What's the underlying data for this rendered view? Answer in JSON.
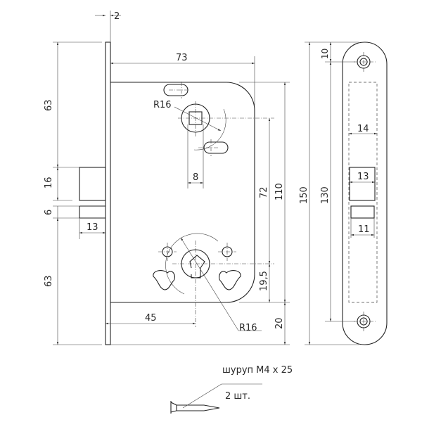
{
  "dimensions": {
    "faceplate_thickness": "2",
    "body_depth": "73",
    "upper_height": "63",
    "latch_height": "16",
    "gap": "6",
    "lower_height": "63",
    "latch_projection": "13",
    "handle_radius": "R16",
    "spindle_square": "8",
    "center_distance": "72",
    "body_height": "110",
    "cylinder_offset": "19,5",
    "bottom_offset": "20",
    "backset": "45",
    "cylinder_radius": "R16",
    "faceplate_hole_offset": "10",
    "faceplate_length": "150",
    "hole_spacing": "130",
    "faceplate_recess_width": "14",
    "latch_window_width": "13",
    "bolt_window_width": "11"
  },
  "screw_note": {
    "title": "шуруп М4 х 25",
    "quantity": "2 шт."
  }
}
